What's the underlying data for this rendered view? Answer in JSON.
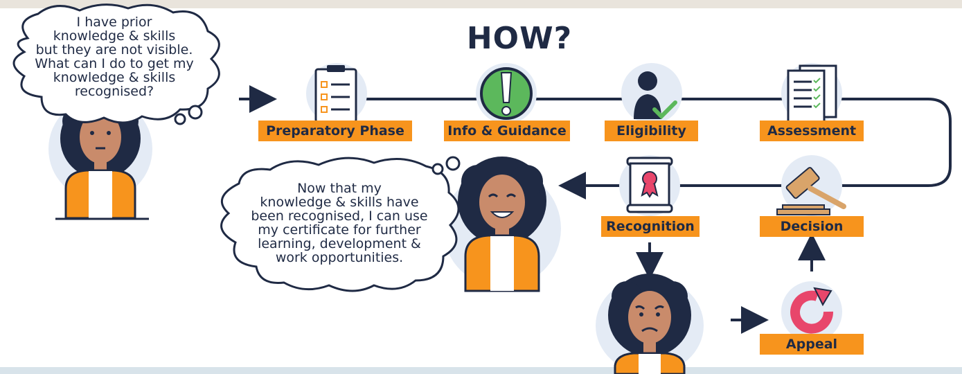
{
  "title": "HOW?",
  "thought_start": {
    "lines": [
      "I have prior",
      "knowledge & skills",
      "but they are not visible.",
      "What can I do to get my",
      "knowledge & skills",
      "recognised?"
    ]
  },
  "thought_end": {
    "lines": [
      "Now that my",
      "knowledge & skills have",
      "been recognised, I can use",
      "my certificate for further",
      "learning, development &",
      "work opportunities."
    ]
  },
  "steps": {
    "preparatory": "Preparatory Phase",
    "info": "Info & Guidance",
    "eligibility": "Eligibility",
    "assessment": "Assessment",
    "decision": "Decision",
    "recognition": "Recognition",
    "appeal": "Appeal"
  },
  "icons": {
    "preparatory": "clipboard-checklist-icon",
    "info": "exclamation-icon",
    "eligibility": "person-check-icon",
    "assessment": "documents-check-icon",
    "decision": "gavel-icon",
    "recognition": "certificate-icon",
    "appeal": "refresh-arrow-icon"
  },
  "colors": {
    "label_bg": "#f7941d",
    "navy": "#1f2a44",
    "icon_circle": "#dfe7f4",
    "green": "#5cb85c",
    "appeal_red": "#e8466b"
  }
}
